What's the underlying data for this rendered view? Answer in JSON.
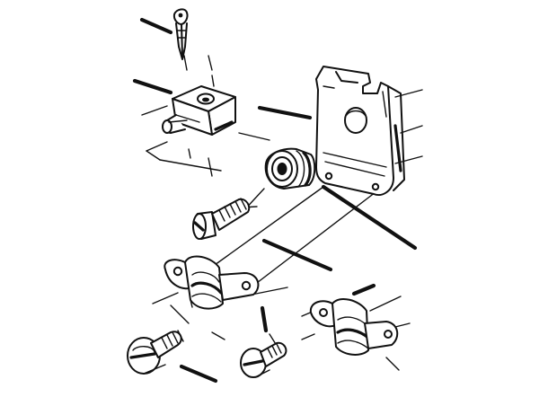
{
  "diagram": {
    "type": "exploded-parts-illustration",
    "labels": [],
    "colors": {
      "ink": "#111111",
      "paper": "#ffffff"
    },
    "parts": [
      {
        "name": "cotter-pin"
      },
      {
        "name": "swivel-block"
      },
      {
        "name": "mounting-bracket"
      },
      {
        "name": "bushing"
      },
      {
        "name": "bolt"
      },
      {
        "name": "cable-clamp-upper"
      },
      {
        "name": "cable-clamp-lower"
      },
      {
        "name": "clamp-screw-left"
      },
      {
        "name": "clamp-screw-right"
      }
    ]
  }
}
